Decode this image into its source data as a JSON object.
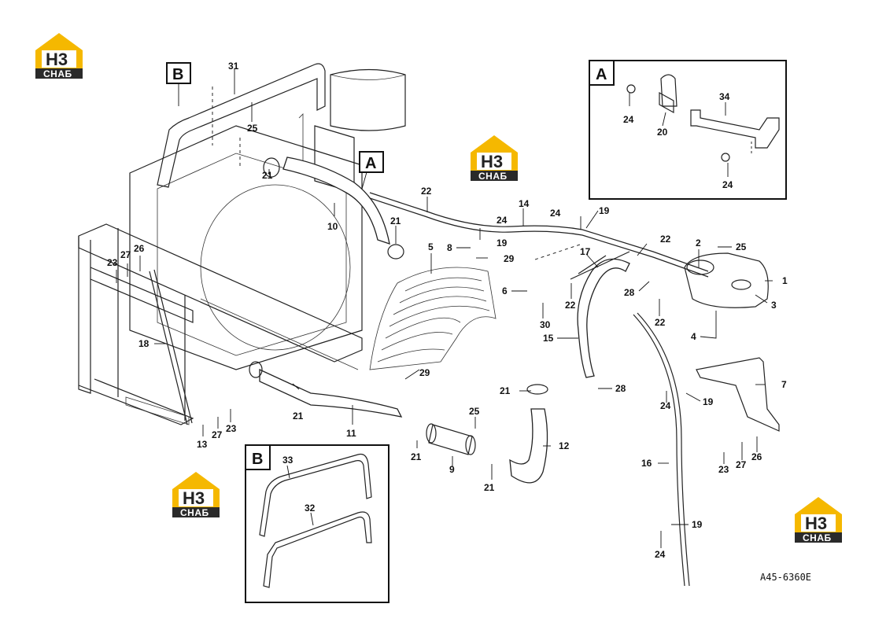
{
  "drawing_code": "A45-6360E",
  "detail_boxes": [
    {
      "letter": "A"
    },
    {
      "letter": "B"
    }
  ],
  "callout_letters": {
    "B_main": "B",
    "A_main": "A"
  },
  "watermark": {
    "brand_top": "H3",
    "brand_bottom": "CHAБ",
    "color_yellow": "#f5b800",
    "color_dark": "#2a2a2a"
  },
  "part_labels": [
    {
      "id": "p31",
      "text": "31"
    },
    {
      "id": "p25a",
      "text": "25"
    },
    {
      "id": "p21a",
      "text": "21"
    },
    {
      "id": "p10",
      "text": "10"
    },
    {
      "id": "p21b",
      "text": "21"
    },
    {
      "id": "p22a",
      "text": "22"
    },
    {
      "id": "p14",
      "text": "14"
    },
    {
      "id": "p24a",
      "text": "24"
    },
    {
      "id": "p24b",
      "text": "24"
    },
    {
      "id": "p19a",
      "text": "19"
    },
    {
      "id": "p19b",
      "text": "19"
    },
    {
      "id": "p8",
      "text": "8"
    },
    {
      "id": "p29a",
      "text": "29"
    },
    {
      "id": "p5",
      "text": "5"
    },
    {
      "id": "p23a",
      "text": "23"
    },
    {
      "id": "p27a",
      "text": "27"
    },
    {
      "id": "p26a",
      "text": "26"
    },
    {
      "id": "p6",
      "text": "6"
    },
    {
      "id": "p30",
      "text": "30"
    },
    {
      "id": "p17",
      "text": "17"
    },
    {
      "id": "p22b",
      "text": "22"
    },
    {
      "id": "p22c",
      "text": "22"
    },
    {
      "id": "p2",
      "text": "2"
    },
    {
      "id": "p25b",
      "text": "25"
    },
    {
      "id": "p1",
      "text": "1"
    },
    {
      "id": "p28a",
      "text": "28"
    },
    {
      "id": "p3",
      "text": "3"
    },
    {
      "id": "p22d",
      "text": "22"
    },
    {
      "id": "p15",
      "text": "15"
    },
    {
      "id": "p4",
      "text": "4"
    },
    {
      "id": "p18",
      "text": "18"
    },
    {
      "id": "p29b",
      "text": "29"
    },
    {
      "id": "p21c",
      "text": "21"
    },
    {
      "id": "p28b",
      "text": "28"
    },
    {
      "id": "p7",
      "text": "7"
    },
    {
      "id": "p24c",
      "text": "24"
    },
    {
      "id": "p19c",
      "text": "19"
    },
    {
      "id": "p11",
      "text": "11"
    },
    {
      "id": "p25c",
      "text": "25"
    },
    {
      "id": "p12",
      "text": "12"
    },
    {
      "id": "p21d",
      "text": "21"
    },
    {
      "id": "p9",
      "text": "9"
    },
    {
      "id": "p21e",
      "text": "21"
    },
    {
      "id": "p13",
      "text": "13"
    },
    {
      "id": "p27b",
      "text": "27"
    },
    {
      "id": "p23b",
      "text": "23"
    },
    {
      "id": "p16",
      "text": "16"
    },
    {
      "id": "p23c",
      "text": "23"
    },
    {
      "id": "p27c",
      "text": "27"
    },
    {
      "id": "p26b",
      "text": "26"
    },
    {
      "id": "p19d",
      "text": "19"
    },
    {
      "id": "p24d",
      "text": "24"
    },
    {
      "id": "p21f",
      "text": "21"
    },
    {
      "id": "pA24a",
      "text": "24"
    },
    {
      "id": "pA20",
      "text": "20"
    },
    {
      "id": "pA34",
      "text": "34"
    },
    {
      "id": "pA24b",
      "text": "24"
    },
    {
      "id": "pB33",
      "text": "33"
    },
    {
      "id": "pB32",
      "text": "32"
    }
  ]
}
